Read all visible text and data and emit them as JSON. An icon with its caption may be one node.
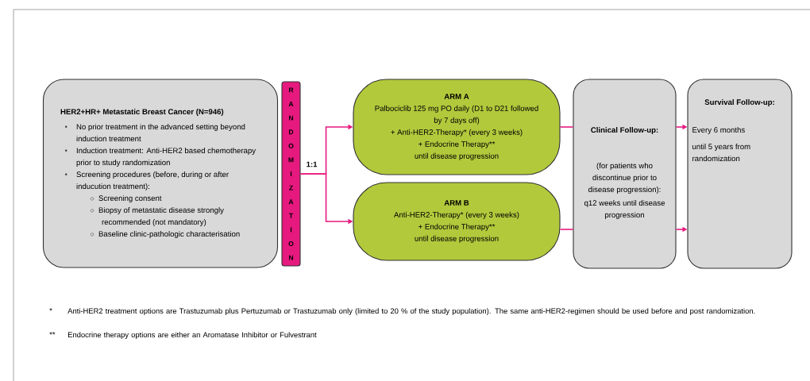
{
  "diagram": {
    "nodes": [
      {
        "text": [
          "HER2+HR+ Metastatic Breast Cancer (N=946)",
          "No prior treatment in the advanced setting beyond induction treatment",
          "Induction treatment: Anti-HER2 based chemotherapy prior to study randomization",
          "Screening procedures (before, during or after inducution treatment):",
          "Screening consent",
          "Biopsy of metastatic disease strongly recommended (not mandatory)",
          "Baseline clinic-pathologic characterisation"
        ]
      },
      {
        "text": [
          "RANDOMIZATION"
        ]
      },
      {
        "text": [
          "ARM A",
          "Palbociclib 125 mg PO daily (D1 to D21 followed by 7 days off)",
          "+ Anti-HER2-Therapy* (every 3 weeks)",
          "+ Endocrine Therapy**",
          "until disease progression"
        ]
      },
      {
        "text": [
          "ARM B",
          "Anti-HER2-Therapy* (every 3 weeks)",
          "+ Endocrine Therapy**",
          "until disease progression"
        ]
      },
      {
        "text": [
          "Clinical Follow-up:",
          "(for patients who discontinue prior to disease progression):",
          "q12 weeks until disease progression"
        ]
      },
      {
        "text": [
          "Survival Follow-up:",
          "Every 6 months",
          "until 5 years from randomization"
        ]
      }
    ],
    "edges": [
      {
        "from": 1,
        "to": 2,
        "arrow": "to",
        "label": "1:1"
      },
      {
        "from": 1,
        "to": 3,
        "arrow": "to"
      },
      {
        "from": 2,
        "to": 4,
        "arrow": "none"
      },
      {
        "from": 3,
        "to": 4,
        "arrow": "none"
      },
      {
        "from": 4,
        "to": 5,
        "arrow": "to"
      },
      {
        "from": 4,
        "to": 5,
        "arrow": "to"
      }
    ],
    "labels": [
      "*",
      "Anti-HER2 treatment options are Trastuzumab plus Pertuzumab or Trastuzumab only (limited to 20 % of the study population). The same anti-HER2-regimen should be used before and post randomization.",
      "**",
      "Endocrine therapy options are either an Aromatase Inhibitor or Fulvestrant"
    ]
  }
}
